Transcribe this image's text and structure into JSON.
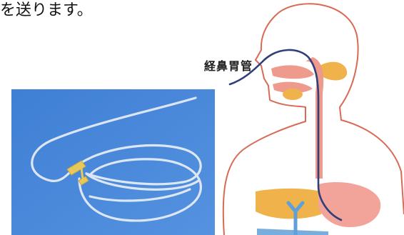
{
  "caption_fragment": "を送ります。",
  "diagram_label": "経鼻胃管",
  "colors": {
    "photo_background": "#4a86d8",
    "skin_outline": "#d96a55",
    "tube": "#2f3f7a",
    "oral_tissue": "#ee9a8d",
    "organ_yellow": "#f0b24a",
    "stomach_pink": "#f2a39a",
    "bile_duct_blue": "#5fa0d8"
  },
  "icons": {
    "photo": "feeding-tube-photo",
    "illustration": "nasogastric-tube-anatomy"
  }
}
